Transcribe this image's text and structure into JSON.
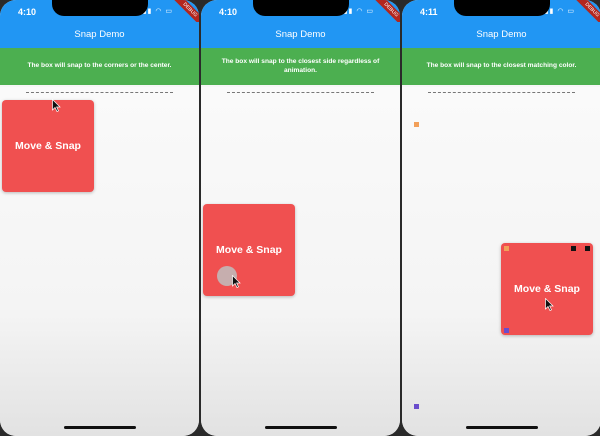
{
  "app": {
    "title": "Snap Demo",
    "box_label": "Move & Snap"
  },
  "screens": [
    {
      "time": "4:10",
      "description": "The box will snap to the corners or the center."
    },
    {
      "time": "4:10",
      "description": "The box will snap to the closest side regardless of animation."
    },
    {
      "time": "4:11",
      "description": "The box will snap to the closest matching color."
    }
  ],
  "status_icons": "▮▮ ◠ ▭",
  "debug_ribbon": "DEBUG",
  "colors": {
    "app_bar": "#2196f3",
    "banner": "#4caf50",
    "box": "#f05050",
    "marker_orange": "#f2a05a",
    "marker_purple": "#6a4dcc",
    "marker_black": "#111111"
  }
}
